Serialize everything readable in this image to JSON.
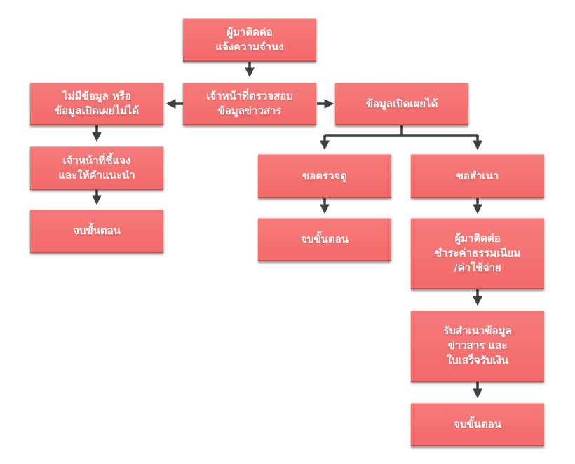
{
  "nodes": {
    "contact": "ผู้มาติดต่อ\nแจ้งความจำนง",
    "officer_check": "เจ้าหน้าที่ตรวจสอบ\nข้อมูลข่าวสาร",
    "no_info": "ไม่มีข้อมูล หรือ\nข้อมูลเปิดเผยไม่ได้",
    "explain": "เจ้าหน้าที่ชี้แจง\nและให้คำแนะนำ",
    "end_left": "จบขั้นตอน",
    "disclosable": "ข้อมูลเปิดเผยได้",
    "request_view": "ขอตรวจดู",
    "end_middle": "จบขั้นตอน",
    "request_copy": "ขอสำเนา",
    "pay_fee": "ผู้มาติดต่อ\nชำระค่าธรรมเนียม\n/ค่าใช้จ่าย",
    "receive_copy": "รับสำเนาข้อมูล\nข่าวสาร และ\nใบเสร็จรับเงิน",
    "end_right": "จบขั้นตอน"
  },
  "colors": {
    "box": "#f36a6a",
    "arrow": "#3f3f3f"
  }
}
